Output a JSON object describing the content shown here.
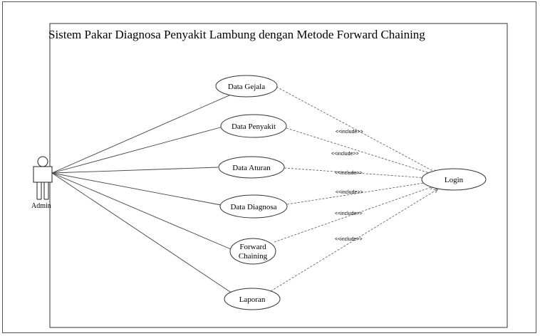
{
  "diagram": {
    "title": "Sistem Pakar Diagnosa Penyakit Lambung dengan Metode Forward Chaining",
    "actor": {
      "label": "Admin"
    },
    "use_cases": [
      {
        "id": "data-gejala",
        "label": "Data Gejala"
      },
      {
        "id": "data-penyakit",
        "label": "Data Penyakit"
      },
      {
        "id": "data-aturan",
        "label": "Data Aturan"
      },
      {
        "id": "data-diagnosa",
        "label": "Data Diagnosa"
      },
      {
        "id": "forward-chaining",
        "label_line1": "Forward",
        "label_line2": "Chaining"
      },
      {
        "id": "laporan",
        "label": "Laporan"
      }
    ],
    "login": {
      "label": "Login"
    },
    "include_label": "<<include>>"
  }
}
